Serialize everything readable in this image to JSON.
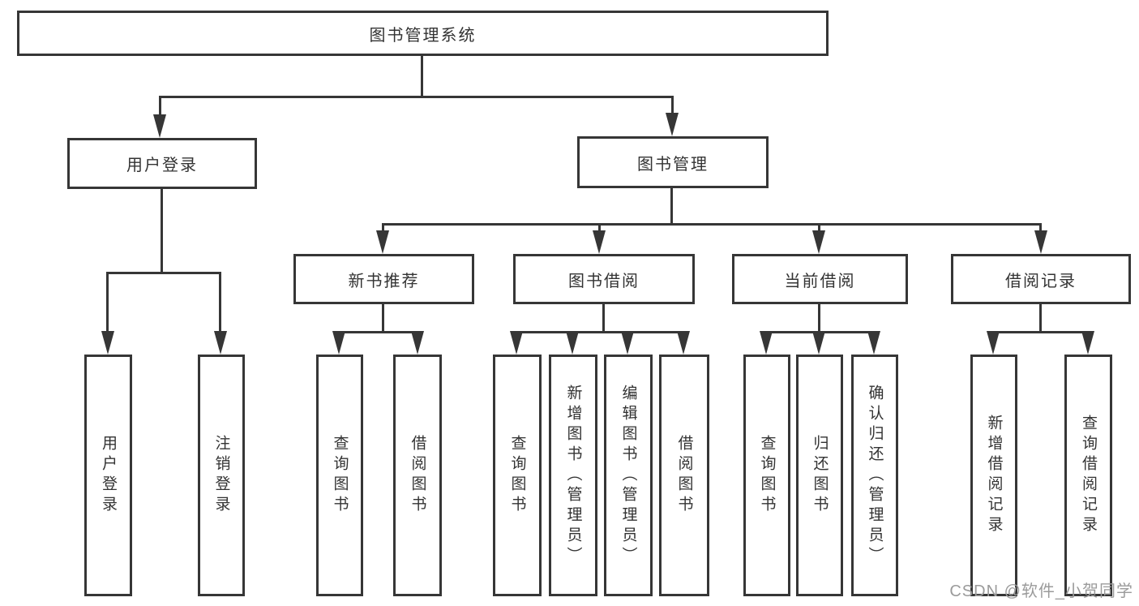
{
  "colors": {
    "line": "#363636",
    "text": "#333333",
    "box_background": "#ffffff",
    "watermark": "#9b9b9b"
  },
  "diagram": {
    "type": "hierarchy",
    "root": {
      "label": "图书管理系统"
    },
    "branches": [
      {
        "label": "用户登录",
        "children": [
          {
            "label": "用户登录"
          },
          {
            "label": "注销登录"
          }
        ]
      },
      {
        "label": "图书管理",
        "children": [
          {
            "label": "新书推荐",
            "children": [
              {
                "label": "查询图书"
              },
              {
                "label": "借阅图书"
              }
            ]
          },
          {
            "label": "图书借阅",
            "children": [
              {
                "label": "查询图书"
              },
              {
                "label": "新增图书（管理员）"
              },
              {
                "label": "编辑图书（管理员）"
              },
              {
                "label": "借阅图书"
              }
            ]
          },
          {
            "label": "当前借阅",
            "children": [
              {
                "label": "查询图书"
              },
              {
                "label": "归还图书"
              },
              {
                "label": "确认归还（管理员）"
              }
            ]
          },
          {
            "label": "借阅记录",
            "children": [
              {
                "label": "新增借阅记录"
              },
              {
                "label": "查询借阅记录"
              }
            ]
          }
        ]
      }
    ]
  },
  "watermark": {
    "text": "CSDN @软件_小贺同学"
  }
}
